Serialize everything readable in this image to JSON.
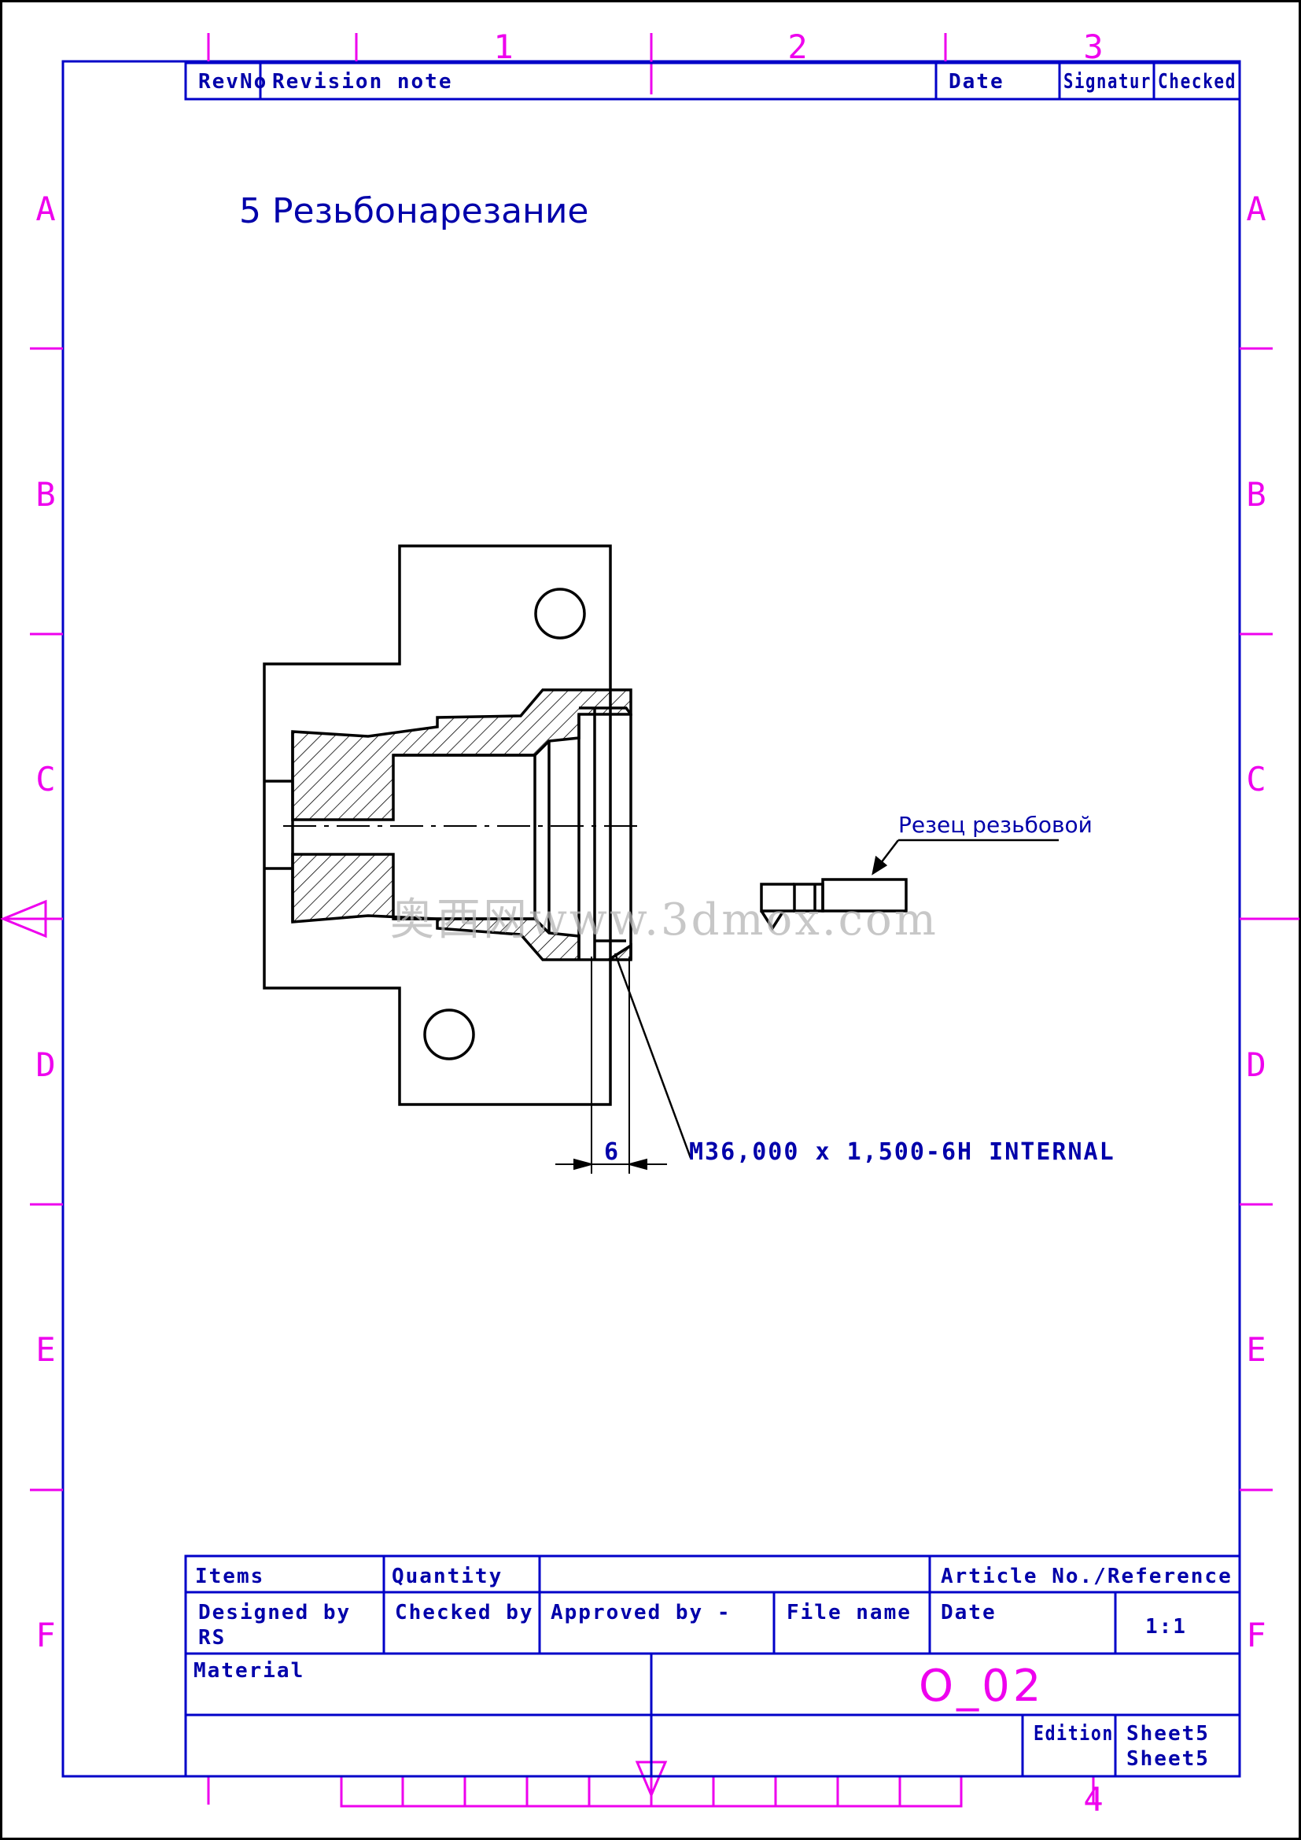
{
  "colors": {
    "frame": "#0000c8",
    "zone": "#ee00ee",
    "geometry": "#000000",
    "text": "#0000aa",
    "watermark": "#b4b4b4"
  },
  "zones": {
    "columns": [
      "1",
      "2",
      "3",
      "4"
    ],
    "rows": [
      "A",
      "B",
      "C",
      "D",
      "E",
      "F"
    ]
  },
  "revision_block": {
    "rev_no": "RevNo",
    "note": "Revision note",
    "date": "Date",
    "signature": "Signatur",
    "checked": "Checked"
  },
  "drawing": {
    "heading": "5 Резьбонарезание",
    "tool_label": "Резец резьбовой",
    "thread_callout": "M36,000 x 1,500-6H INTERNAL",
    "dimension": "6",
    "watermark": "奥西网www.3dmox.com"
  },
  "title_block": {
    "items": "Items",
    "quantity": "Quantity",
    "article": "Article No./Reference",
    "designed_by": "Designed by",
    "designer": "RS",
    "checked_by": "Checked by",
    "approved_by": "Approved by -",
    "file_name": "File name",
    "date": "Date",
    "scale": "1:1",
    "material": "Material",
    "drawing_no": "O_02",
    "edition": "Edition",
    "sheet_1": "Sheet5",
    "sheet_2": "Sheet5"
  }
}
